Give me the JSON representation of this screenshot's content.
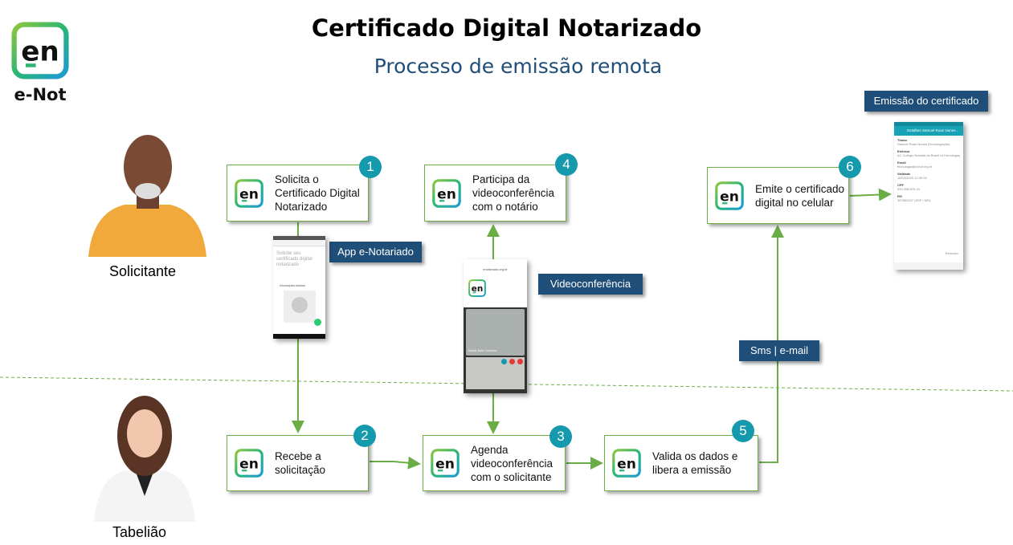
{
  "header": {
    "title": "Certificado Digital Notarizado",
    "subtitle": "Processo de emissão remota"
  },
  "brand": {
    "logo_text": "en",
    "name": "e-Not"
  },
  "colors": {
    "accent": "#1499ad",
    "label_bg": "#1f4e79",
    "connector": "#6aad45",
    "subtitle": "#1f4e79"
  },
  "actors": {
    "requester": "Solicitante",
    "notary": "Tabelião"
  },
  "steps": [
    {
      "number": "1",
      "text": "Solicita o Certificado Digital Notarizado"
    },
    {
      "number": "2",
      "text": "Recebe a solicitação"
    },
    {
      "number": "3",
      "text": "Agenda videoconferência com o solicitante"
    },
    {
      "number": "4",
      "text": "Participa da videoconferência com o notário"
    },
    {
      "number": "5",
      "text": "Valida os dados e libera a emissão"
    },
    {
      "number": "6",
      "text": "Emite o certificado digital no celular"
    }
  ],
  "labels": {
    "app": "App e-Notariado",
    "video": "Videoconferência",
    "sms": "Sms | e-mail",
    "emission": "Emissão do certificado"
  },
  "app_screen": {
    "heading": "Solicite seu certificado digital notarizado",
    "section": "Informações básicas"
  },
  "video_screen": {
    "url": "enotariado.org.br",
    "participant": "Maria Julia Celarino"
  },
  "cert_screen": {
    "title": "Detalhes Samuel Ruan Nunes...",
    "fields": [
      {
        "label": "Titular",
        "value": "Samuel Ruan Nunes (Homologação)"
      },
      {
        "label": "Emissor",
        "value": "AC Colégio Notarial do Brasil v4 Homologação"
      },
      {
        "label": "Email",
        "value": "tecnologia@cnbcf.org.br"
      },
      {
        "label": "Validade",
        "value": "15/02/2025 12:49:34"
      },
      {
        "label": "CPF",
        "value": "939.398.676-24"
      },
      {
        "label": "RG",
        "value": "367852007 (SSP / MG)"
      }
    ],
    "remove": "Remover"
  }
}
